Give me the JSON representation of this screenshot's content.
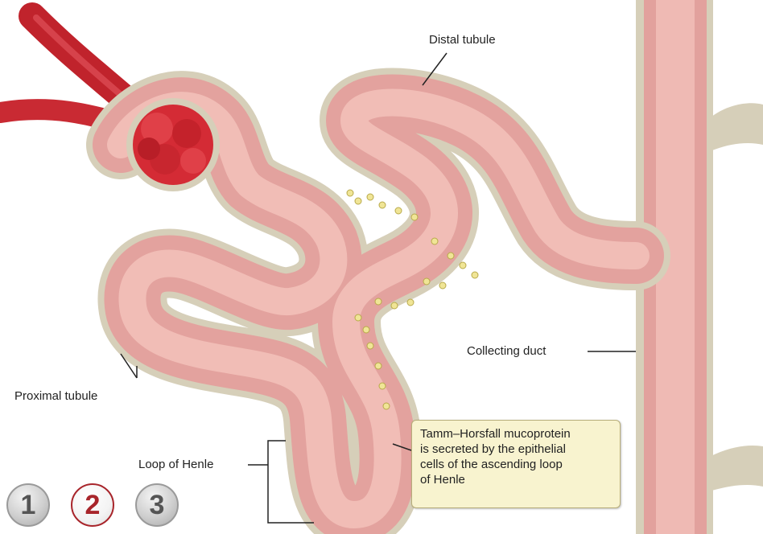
{
  "labels": {
    "distal_tubule": "Distal tubule",
    "proximal_tubule": "Proximal tubule",
    "collecting_duct": "Collecting duct",
    "loop_of_henle": "Loop of Henle"
  },
  "callout": {
    "text": "Tamm–Horsfall mucoprotein\nis secreted by the epithelial\ncells of the ascending loop\nof Henle"
  },
  "step_buttons": [
    {
      "label": "1",
      "active": false
    },
    {
      "label": "2",
      "active": true
    },
    {
      "label": "3",
      "active": false
    }
  ],
  "colors": {
    "tubule_wall": "#e8a4a0",
    "tubule_lumen": "#f3c2bc",
    "basement": "#d9d2bd",
    "glomerulus": "#d42b35",
    "active_step": "#a8252b",
    "callout_bg": "#f8f3cf",
    "protein_dots": "#f0e596"
  }
}
